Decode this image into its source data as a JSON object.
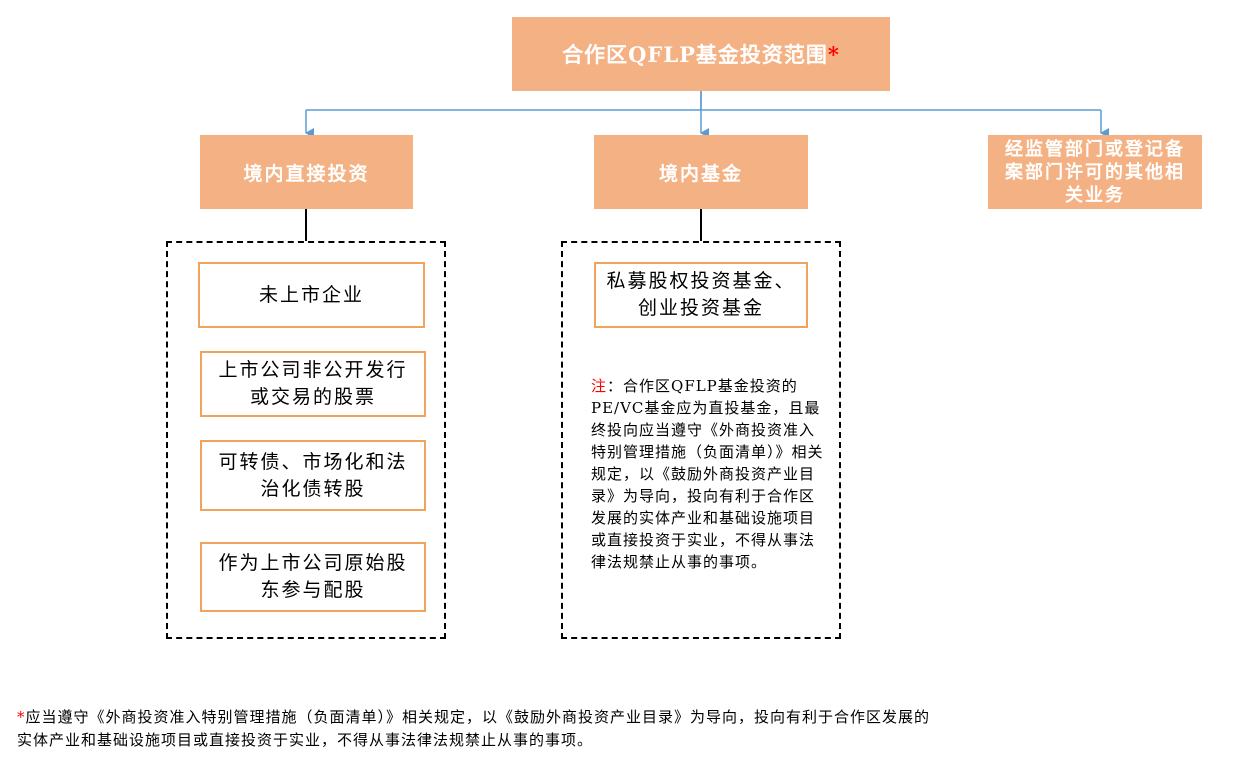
{
  "title": {
    "text": "合作区QFLP基金投资范围",
    "star": "*"
  },
  "categories": {
    "domestic_direct": "境内直接投资",
    "domestic_fund": "境内基金",
    "other": "经监管部门或登记备案部门许可的其他相关业务"
  },
  "direct_items": [
    "未上市企业",
    "上市公司非公开发行或交易的股票",
    "可转债、市场化和法治化债转股",
    "作为上市公司原始股东参与配股"
  ],
  "fund_item": "私募股权投资基金、创业投资基金",
  "note": {
    "mark": "注",
    "text": "：合作区QFLP基金投资的PE/VC基金应为直投基金，且最终投向应当遵守《外商投资准入特别管理措施（负面清单）》相关规定，以《鼓励外商投资产业目录》为导向，投向有利于合作区发展的实体产业和基础设施项目或直接投资于实业，不得从事法律法规禁止从事的事项。"
  },
  "footnote": {
    "star": "*",
    "text": "应当遵守《外商投资准入特别管理措施（负面清单）》相关规定，以《鼓励外商投资产业目录》为导向，投向有利于合作区发展的实体产业和基础设施项目或直接投资于实业，不得从事法律法规禁止从事的事项。"
  },
  "colors": {
    "box_fill": "#f4b183",
    "box_border": "#f0a35c",
    "arrow": "#5b9bd5",
    "accent_red": "#ff0000"
  }
}
